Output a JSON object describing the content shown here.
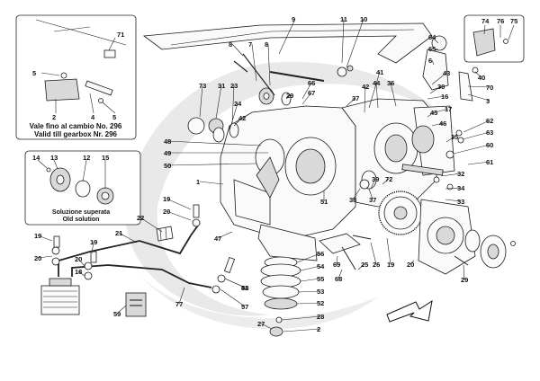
{
  "insets": {
    "top_left": {
      "caption_line1": "Vale fino al cambio No. 296",
      "caption_line2": "Valid till gearbox Nr. 296",
      "labels": [
        "71",
        "5",
        "2",
        "4",
        "5"
      ]
    },
    "middle_left": {
      "caption_line1": "Soluzione superata",
      "caption_line2": "Old solution",
      "labels": [
        "14",
        "13",
        "12",
        "15"
      ]
    },
    "top_right": {
      "labels": [
        "74",
        "76",
        "75"
      ]
    }
  },
  "callouts": [
    "9",
    "11",
    "10",
    "8",
    "7",
    "8",
    "1",
    "64",
    "65",
    "6",
    "40",
    "70",
    "3",
    "41",
    "42",
    "43",
    "30",
    "16",
    "17",
    "44",
    "36",
    "45",
    "46",
    "62",
    "63",
    "60",
    "61",
    "35",
    "73",
    "31",
    "23",
    "24",
    "42",
    "29",
    "66",
    "67",
    "37",
    "48",
    "49",
    "50",
    "32",
    "34",
    "33",
    "39",
    "72",
    "38",
    "37",
    "51",
    "19",
    "20",
    "22",
    "47",
    "21",
    "19",
    "20",
    "19",
    "20",
    "18",
    "77",
    "59",
    "58",
    "57",
    "56",
    "54",
    "55",
    "53",
    "52",
    "28",
    "27",
    "2",
    "69",
    "68",
    "25",
    "26",
    "19",
    "20",
    "29",
    "42"
  ]
}
